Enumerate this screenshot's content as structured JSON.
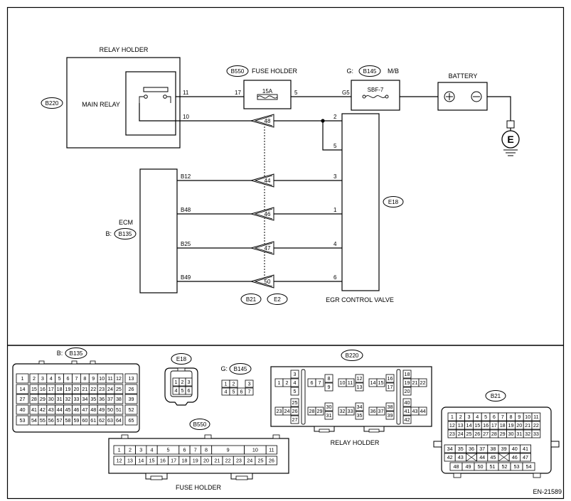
{
  "labels": {
    "relay_holder": "RELAY HOLDER",
    "main_relay": "MAIN RELAY",
    "fuse_holder": "FUSE HOLDER",
    "fuse_value": "15A",
    "g_prefix": "G:",
    "mb": "M/B",
    "sbf": "SBF-7",
    "battery": "BATTERY",
    "ground": "E",
    "ecm": "ECM",
    "b_prefix": "B:",
    "egr": "EGR CONTROL VALVE",
    "relay_holder_bottom": "RELAY HOLDER",
    "fuse_holder_bottom": "FUSE HOLDER",
    "doc_id": "EN-21589"
  },
  "connectors": {
    "b220": "B220",
    "b550": "B550",
    "b145": "B145",
    "b135": "B135",
    "e18": "E18",
    "b21": "B21",
    "e2": "E2"
  },
  "wire_pins": {
    "relay_11": "11",
    "relay_10": "10",
    "fuse_17": "17",
    "fuse_5": "5",
    "mb_g5": "G5",
    "ecm_b12": "B12",
    "ecm_b48": "B48",
    "ecm_b25": "B25",
    "ecm_b49": "B49",
    "egr_2": "2",
    "egr_5": "5",
    "egr_3": "3",
    "egr_1": "1",
    "egr_4": "4",
    "egr_6": "6",
    "jc_48": "48",
    "jc_44": "44",
    "jc_46": "46",
    "jc_47": "47",
    "jc_50": "50"
  },
  "views": {
    "b135": {
      "r1": [
        "1",
        "2",
        "3",
        "4",
        "5",
        "6",
        "7",
        "8",
        "9",
        "10",
        "11",
        "12",
        "13"
      ],
      "r2": [
        "14",
        "15",
        "16",
        "17",
        "18",
        "19",
        "20",
        "21",
        "22",
        "23",
        "24",
        "25",
        "26"
      ],
      "r3": [
        "27",
        "28",
        "29",
        "30",
        "31",
        "32",
        "33",
        "34",
        "35",
        "36",
        "37",
        "38",
        "39"
      ],
      "r4": [
        "40",
        "41",
        "42",
        "43",
        "44",
        "45",
        "46",
        "47",
        "48",
        "49",
        "50",
        "51",
        "52"
      ],
      "r5": [
        "53",
        "54",
        "55",
        "56",
        "57",
        "58",
        "59",
        "60",
        "61",
        "62",
        "63",
        "64",
        "65"
      ]
    },
    "e18": [
      "1",
      "2",
      "3",
      "4",
      "5",
      "6"
    ],
    "b145": [
      "1",
      "2",
      "3",
      "4",
      "5",
      "6",
      "7"
    ],
    "b550": {
      "top": [
        "1",
        "2",
        "3",
        "4",
        "5",
        "6",
        "7",
        "8",
        "9",
        "10",
        "11"
      ],
      "bottom": [
        "12",
        "13",
        "14",
        "15",
        "16",
        "17",
        "18",
        "19",
        "20",
        "21",
        "22",
        "23",
        "24",
        "25",
        "26"
      ]
    },
    "b220": {
      "a": [
        "3",
        "1",
        "2",
        "4",
        "5",
        "25",
        "23",
        "24",
        "26",
        "27"
      ],
      "b": [
        "6",
        "7",
        "8",
        "9",
        "28",
        "29",
        "30",
        "31"
      ],
      "c": [
        "10",
        "11",
        "12",
        "13",
        "32",
        "33",
        "34",
        "35"
      ],
      "d": [
        "14",
        "15",
        "16",
        "17",
        "36",
        "37",
        "38",
        "39"
      ],
      "e": [
        "18",
        "19",
        "21",
        "22",
        "20",
        "40",
        "41",
        "43",
        "44",
        "42"
      ]
    },
    "b21": {
      "r1": [
        "1",
        "2",
        "3",
        "4",
        "5",
        "6",
        "7",
        "8",
        "9",
        "10",
        "11"
      ],
      "r2": [
        "12",
        "13",
        "14",
        "15",
        "16",
        "17",
        "18",
        "19",
        "20",
        "21",
        "22"
      ],
      "r3": [
        "23",
        "24",
        "25",
        "26",
        "27",
        "28",
        "29",
        "30",
        "31",
        "32",
        "33"
      ],
      "r4": [
        "34",
        "35",
        "36",
        "37",
        "38",
        "39",
        "40",
        "41"
      ],
      "r5": [
        "42",
        "43",
        "44",
        "45",
        "46",
        "47"
      ],
      "r6": [
        "48",
        "49",
        "50",
        "51",
        "52",
        "53",
        "54"
      ]
    }
  }
}
